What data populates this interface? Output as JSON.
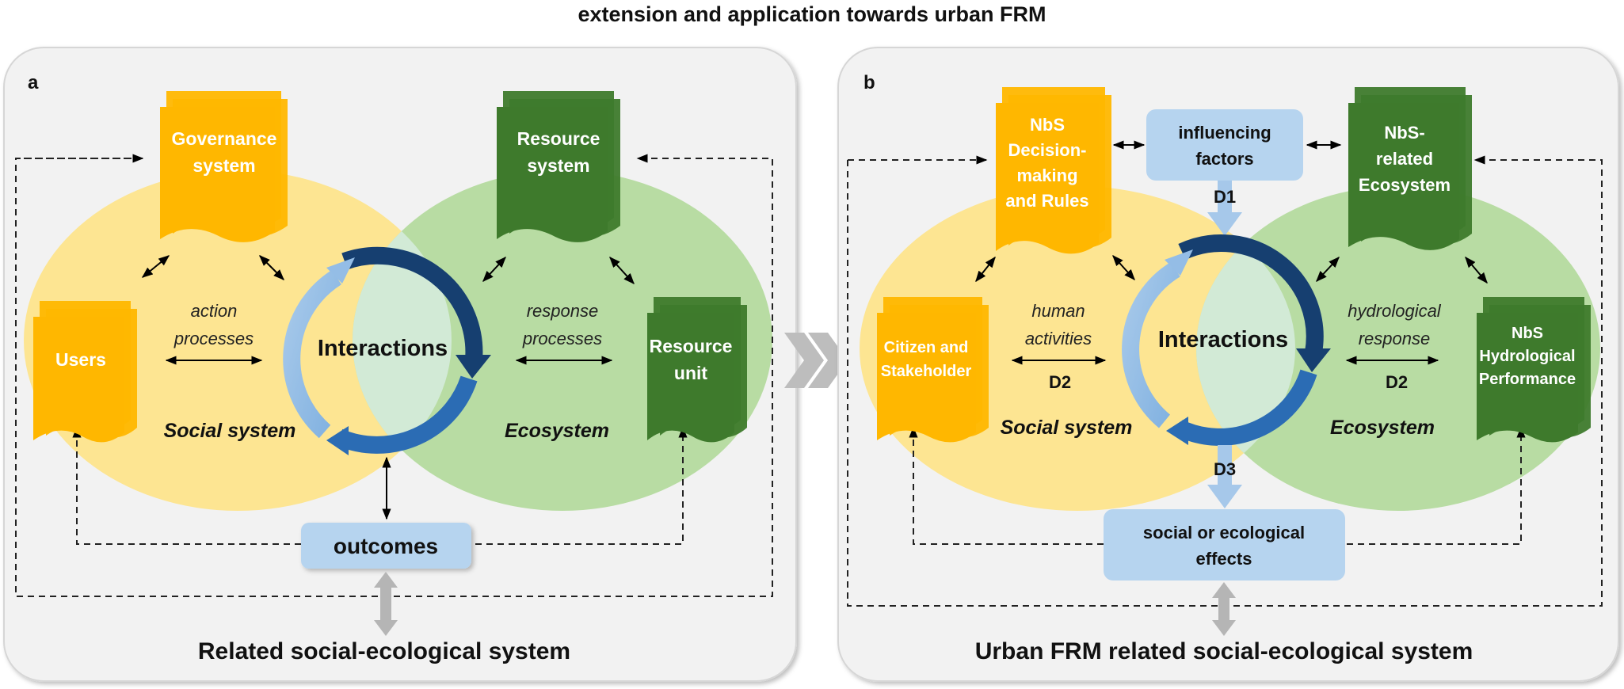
{
  "top_title": "extension and application towards urban FRM",
  "colors": {
    "panel_bg": "#f2f2f2",
    "social_ellipse": "#fde592",
    "eco_ellipse": "#b8dca3",
    "overlap": "#d2ead6",
    "doc_yellow": "#ffb700",
    "doc_green": "#3e7a2c",
    "box_blue": "#b6d4ef",
    "arrow_light": "#94bde6",
    "arrow_mid": "#2b6cb4",
    "arrow_dark": "#163f70",
    "chevron": "#bdbdbd"
  },
  "panel_a": {
    "letter": "a",
    "governance": [
      "Governance",
      "system"
    ],
    "resource_system": [
      "Resource",
      "system"
    ],
    "users": [
      "Users"
    ],
    "resource_unit": [
      "Resource",
      "unit"
    ],
    "action": [
      "action",
      "processes"
    ],
    "response": [
      "response",
      "processes"
    ],
    "interactions": "Interactions",
    "social": "Social system",
    "eco": "Ecosystem",
    "outcomes": "outcomes",
    "footer": "Related social-ecological system"
  },
  "panel_b": {
    "letter": "b",
    "decision": [
      "NbS",
      "Decision-",
      "making",
      "and Rules"
    ],
    "nbs_eco": [
      "NbS-",
      "related",
      "Ecosystem"
    ],
    "citizen": [
      "Citizen and",
      "Stakeholder"
    ],
    "hydro_perf": [
      "NbS",
      "Hydrological",
      "Performance"
    ],
    "influencing": [
      "influencing",
      "factors"
    ],
    "d1": "D1",
    "human": [
      "human",
      "activities"
    ],
    "hydro_resp": [
      "hydrological",
      "response"
    ],
    "d2_left": "D2",
    "d2_right": "D2",
    "d3": "D3",
    "interactions": "Interactions",
    "social": "Social system",
    "eco": "Ecosystem",
    "effects": [
      "social or ecological",
      "effects"
    ],
    "footer": "Urban FRM related social-ecological system"
  }
}
